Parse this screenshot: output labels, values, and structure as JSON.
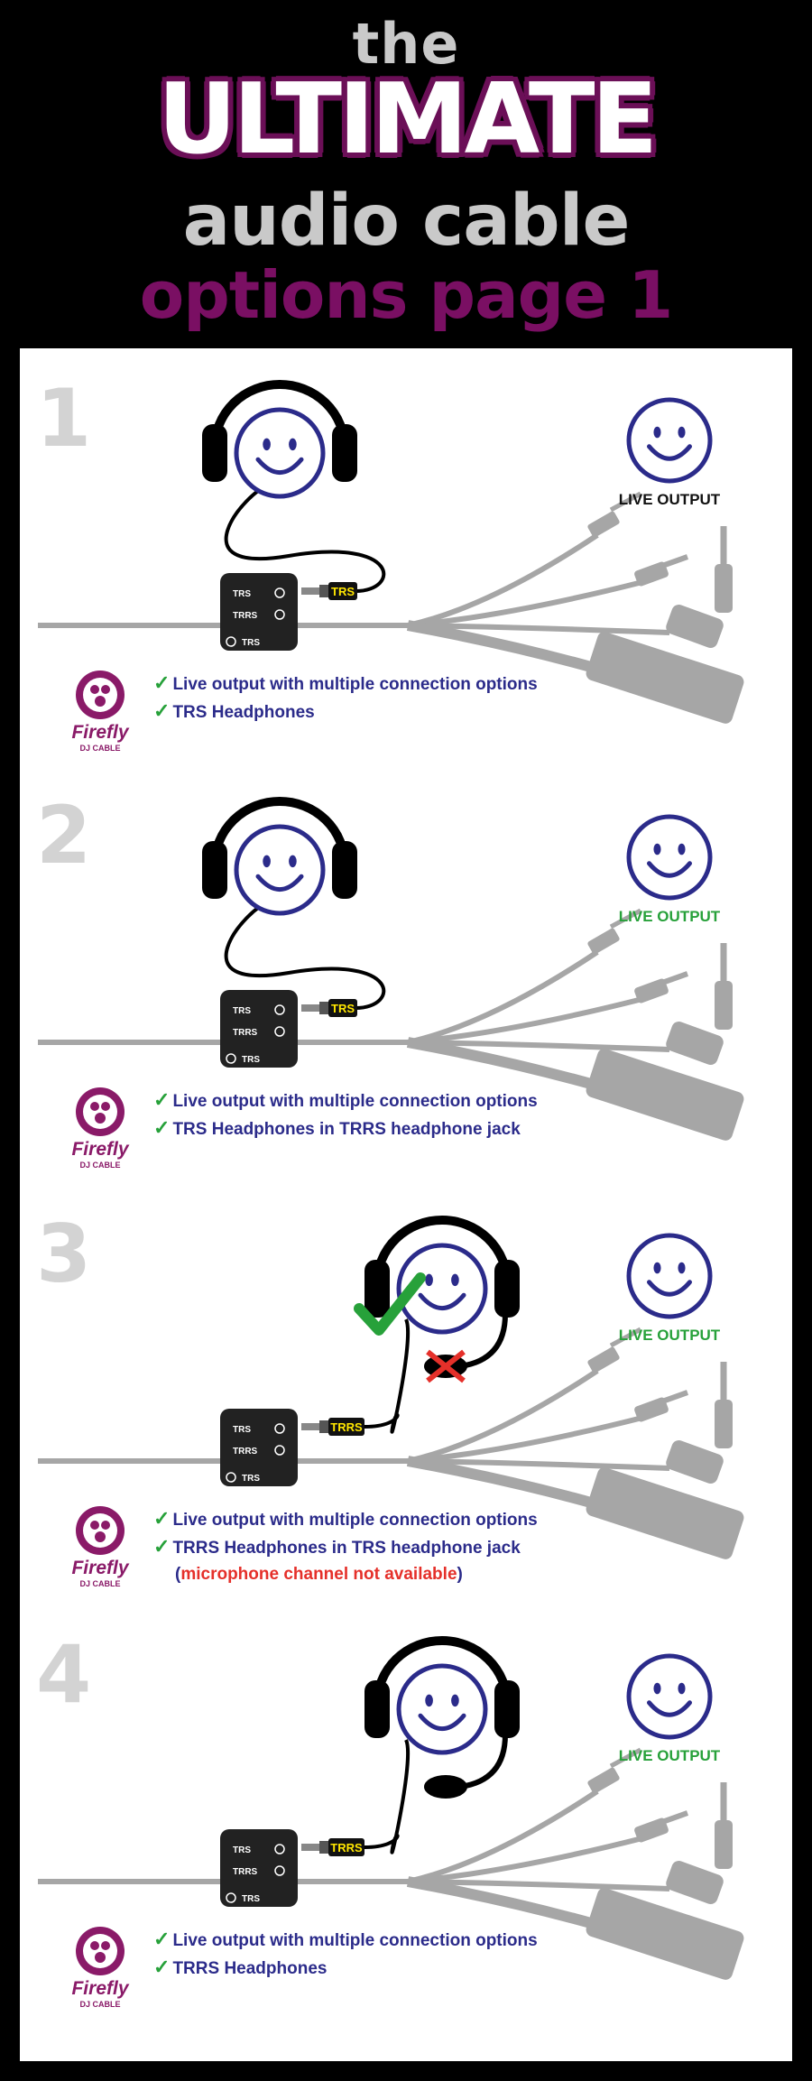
{
  "header": {
    "line1": "the",
    "line2": "ULTIMATE",
    "line3": "audio cable",
    "line4": "options page 1"
  },
  "colors": {
    "purple": "#7a0f63",
    "face_blue": "#2b2b8a",
    "green": "#27a13a",
    "red": "#e5302a",
    "cable_gray": "#a6a6a6"
  },
  "logo": {
    "name": "Firefly",
    "sub": "DJ CABLE"
  },
  "sections": [
    {
      "number": "1",
      "live_output": "LIVE OUTPUT",
      "live_color": "#111111",
      "plug": "TRS",
      "headset": "headphones",
      "bullets": [
        "Live output with multiple connection options",
        "TRS Headphones"
      ],
      "note": ""
    },
    {
      "number": "2",
      "live_output": "LIVE OUTPUT",
      "live_color": "#27a13a",
      "plug": "TRS",
      "headset": "headphones",
      "bullets": [
        "Live output with multiple connection options",
        "TRS Headphones in TRRS headphone jack"
      ],
      "note": ""
    },
    {
      "number": "3",
      "live_output": "LIVE OUTPUT",
      "live_color": "#27a13a",
      "plug": "TRRS",
      "headset": "headset-mic-unavailable",
      "bullets": [
        "Live output with multiple connection options",
        "TRRS Headphones in TRS headphone jack"
      ],
      "note": "(microphone channel not available)"
    },
    {
      "number": "4",
      "live_output": "LIVE OUTPUT",
      "live_color": "#27a13a",
      "plug": "TRRS",
      "headset": "headset-mic",
      "bullets": [
        "Live output with multiple connection options",
        "TRRS Headphones"
      ],
      "note": ""
    }
  ],
  "port_labels": [
    "TRS",
    "TRRS",
    "TRS"
  ]
}
